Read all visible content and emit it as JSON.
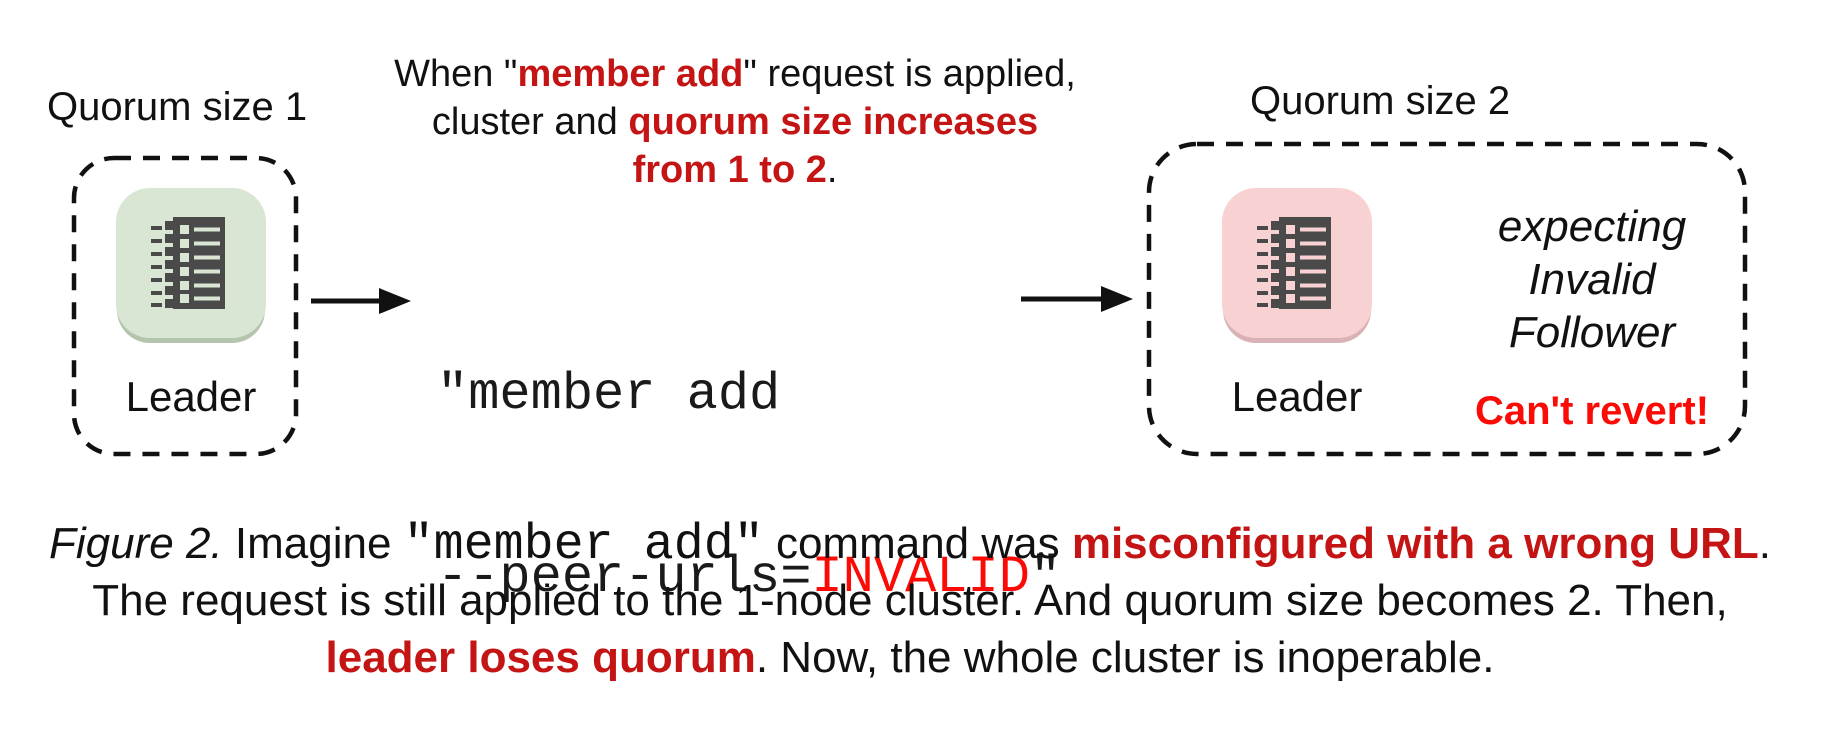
{
  "figure": {
    "left_cluster": {
      "heading": "Quorum size 1",
      "leader_label": "Leader",
      "icon": "notebook-list-icon"
    },
    "right_cluster": {
      "heading": "Quorum size 2",
      "leader_label": "Leader",
      "icon": "notebook-list-icon",
      "expecting_lines": [
        "expecting",
        "Invalid",
        "Follower"
      ],
      "warning": "Can't revert!"
    },
    "top_note": {
      "line1_pre": "When \"",
      "line1_red": "member add",
      "line1_post": "\" request is applied,",
      "line2_pre": "cluster and ",
      "line2_red": "quorum size increases",
      "line3_red": "from 1 to 2",
      "line3_post": "."
    },
    "command": {
      "line1": "\"member add",
      "line2_pre": "--peer-urls=",
      "line2_red": "INVALID",
      "line2_post": "\""
    },
    "caption": {
      "fig_label": "Figure 2.",
      "l1_a": " Imagine ",
      "l1_code": "\"member add\"",
      "l1_b": " command was ",
      "l1_red": "misconfigured with a wrong URL",
      "l1_c": ".",
      "line2": "The request is still applied to the 1-node cluster. And quorum size becomes 2. Then,",
      "l3_red": "leader loses quorum",
      "l3_a": ". Now, the whole cluster is inoperable."
    },
    "colors": {
      "emphasis_red": "#c41414",
      "bright_red": "#fb0a06",
      "tile_green": "#d9e6d3",
      "tile_green_edge": "#b5c4ad",
      "tile_pink": "#f8d2d2",
      "tile_pink_edge": "#d8b2b5",
      "icon_dark": "#4a4a4a"
    }
  }
}
